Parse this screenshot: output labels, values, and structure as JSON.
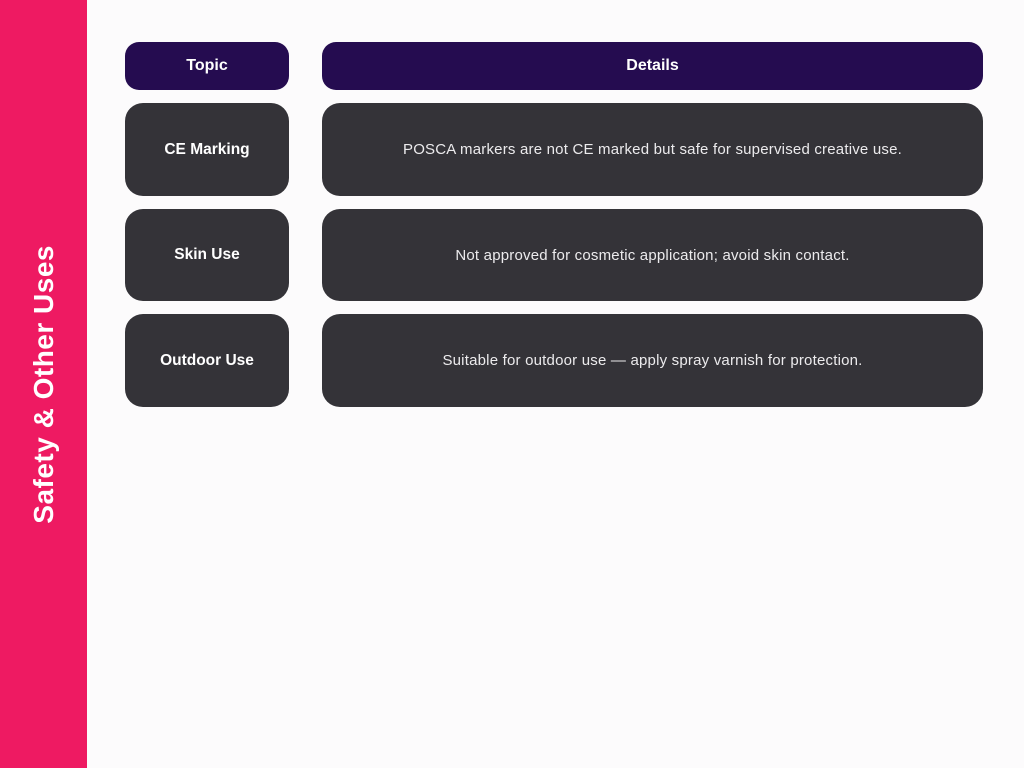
{
  "page": {
    "background_color": "#FCFBFC"
  },
  "sidebar": {
    "title": "Safety & Other Uses",
    "background_color": "#EE1A62",
    "text_color": "#FFFFFF"
  },
  "table": {
    "header": {
      "topic_label": "Topic",
      "details_label": "Details",
      "background_color": "#250C50",
      "text_color": "#FFFFFF"
    },
    "row_background_color": "#343338",
    "rows": [
      {
        "topic": "CE Marking",
        "details": "POSCA markers are not CE marked but safe for supervised creative use."
      },
      {
        "topic": "Skin Use",
        "details": "Not approved for cosmetic application; avoid skin contact."
      },
      {
        "topic": "Outdoor Use",
        "details": "Suitable for outdoor use — apply spray varnish for protection."
      }
    ]
  }
}
